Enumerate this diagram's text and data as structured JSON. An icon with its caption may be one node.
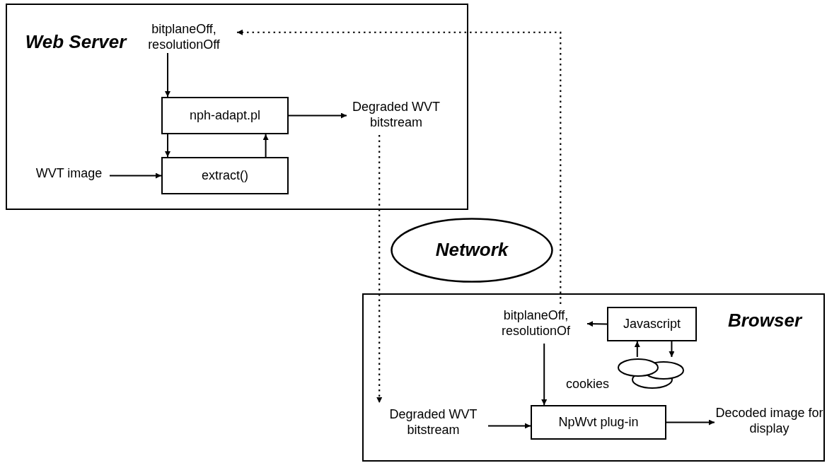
{
  "diagram": {
    "nodes": [
      {
        "text": [
          "Web Server"
        ]
      },
      {
        "text": [
          "bitplaneOff, resolutionOff"
        ],
        "in": 0
      },
      {
        "text": [
          "nph-adapt.pl"
        ],
        "in": 0
      },
      {
        "text": [
          "extract()"
        ],
        "in": 0
      },
      {
        "text": [
          "WVT image"
        ],
        "in": 0
      },
      {
        "text": [
          "Degraded WVT bitstream"
        ],
        "in": 0
      },
      {
        "text": [
          "Network"
        ]
      },
      {
        "text": [
          "Browser"
        ]
      },
      {
        "text": [
          "bitplaneOff, resolutionOf"
        ],
        "in": 7
      },
      {
        "text": [
          "Javascript"
        ],
        "in": 7
      },
      {
        "text": [],
        "shape": "picture",
        "beside": [
          "cookies"
        ],
        "in": 7
      },
      {
        "text": [
          "Degraded WVT bitstream"
        ],
        "in": 7
      },
      {
        "text": [
          "NpWvt plug-in"
        ],
        "in": 7
      },
      {
        "text": [
          "Decoded image for display"
        ],
        "in": 7
      }
    ],
    "edges": [
      {
        "from": 1,
        "to": 2,
        "arrow": "to"
      },
      {
        "from": 2,
        "to": 3,
        "arrow": "to"
      },
      {
        "from": 4,
        "to": 3,
        "arrow": "to"
      },
      {
        "from": 3,
        "to": 2,
        "arrow": "to"
      },
      {
        "from": 2,
        "to": 5,
        "arrow": "to"
      },
      {
        "from": 5,
        "to": 11,
        "arrow": "to",
        "style": "dashed"
      },
      {
        "from": 8,
        "to": 1,
        "arrow": "to",
        "style": "dashed"
      },
      {
        "from": 9,
        "to": 8,
        "arrow": "to"
      },
      {
        "from": 10,
        "to": 9,
        "arrow": "to"
      },
      {
        "from": 9,
        "to": 10,
        "arrow": "to"
      },
      {
        "from": 8,
        "to": 12,
        "arrow": "to"
      },
      {
        "from": 11,
        "to": 12,
        "arrow": "to"
      },
      {
        "from": 12,
        "to": 13,
        "arrow": "to"
      }
    ]
  }
}
